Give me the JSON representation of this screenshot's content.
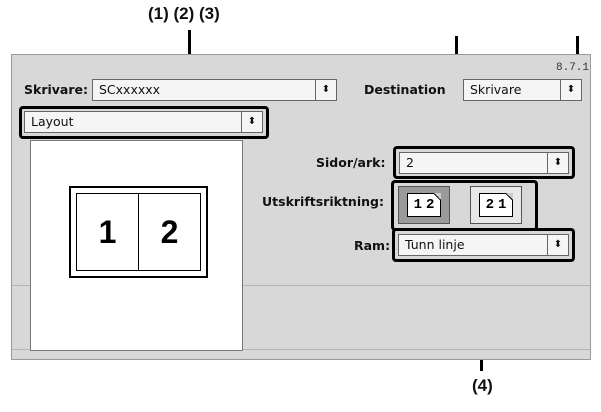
{
  "callouts": {
    "top_left": "(1) (2) (3)",
    "bottom": "(4)"
  },
  "dialog": {
    "version": "8.7.1",
    "printer_label": "Skrivare:",
    "printer_value": "SCxxxxxx",
    "destination_label": "Destination",
    "destination_value": "Skrivare",
    "panel_value": "Layout",
    "pages_per_sheet_label": "Sidor/ark:",
    "pages_per_sheet_value": "2",
    "direction_label": "Utskriftsriktning:",
    "direction_options": [
      {
        "digits": [
          "1",
          "2"
        ],
        "selected": true
      },
      {
        "digits": [
          "2",
          "1"
        ],
        "selected": false
      }
    ],
    "border_label": "Ram:",
    "border_value": "Tunn linje",
    "popup_arrows": "⬍",
    "preview_pages": [
      "1",
      "2"
    ]
  }
}
